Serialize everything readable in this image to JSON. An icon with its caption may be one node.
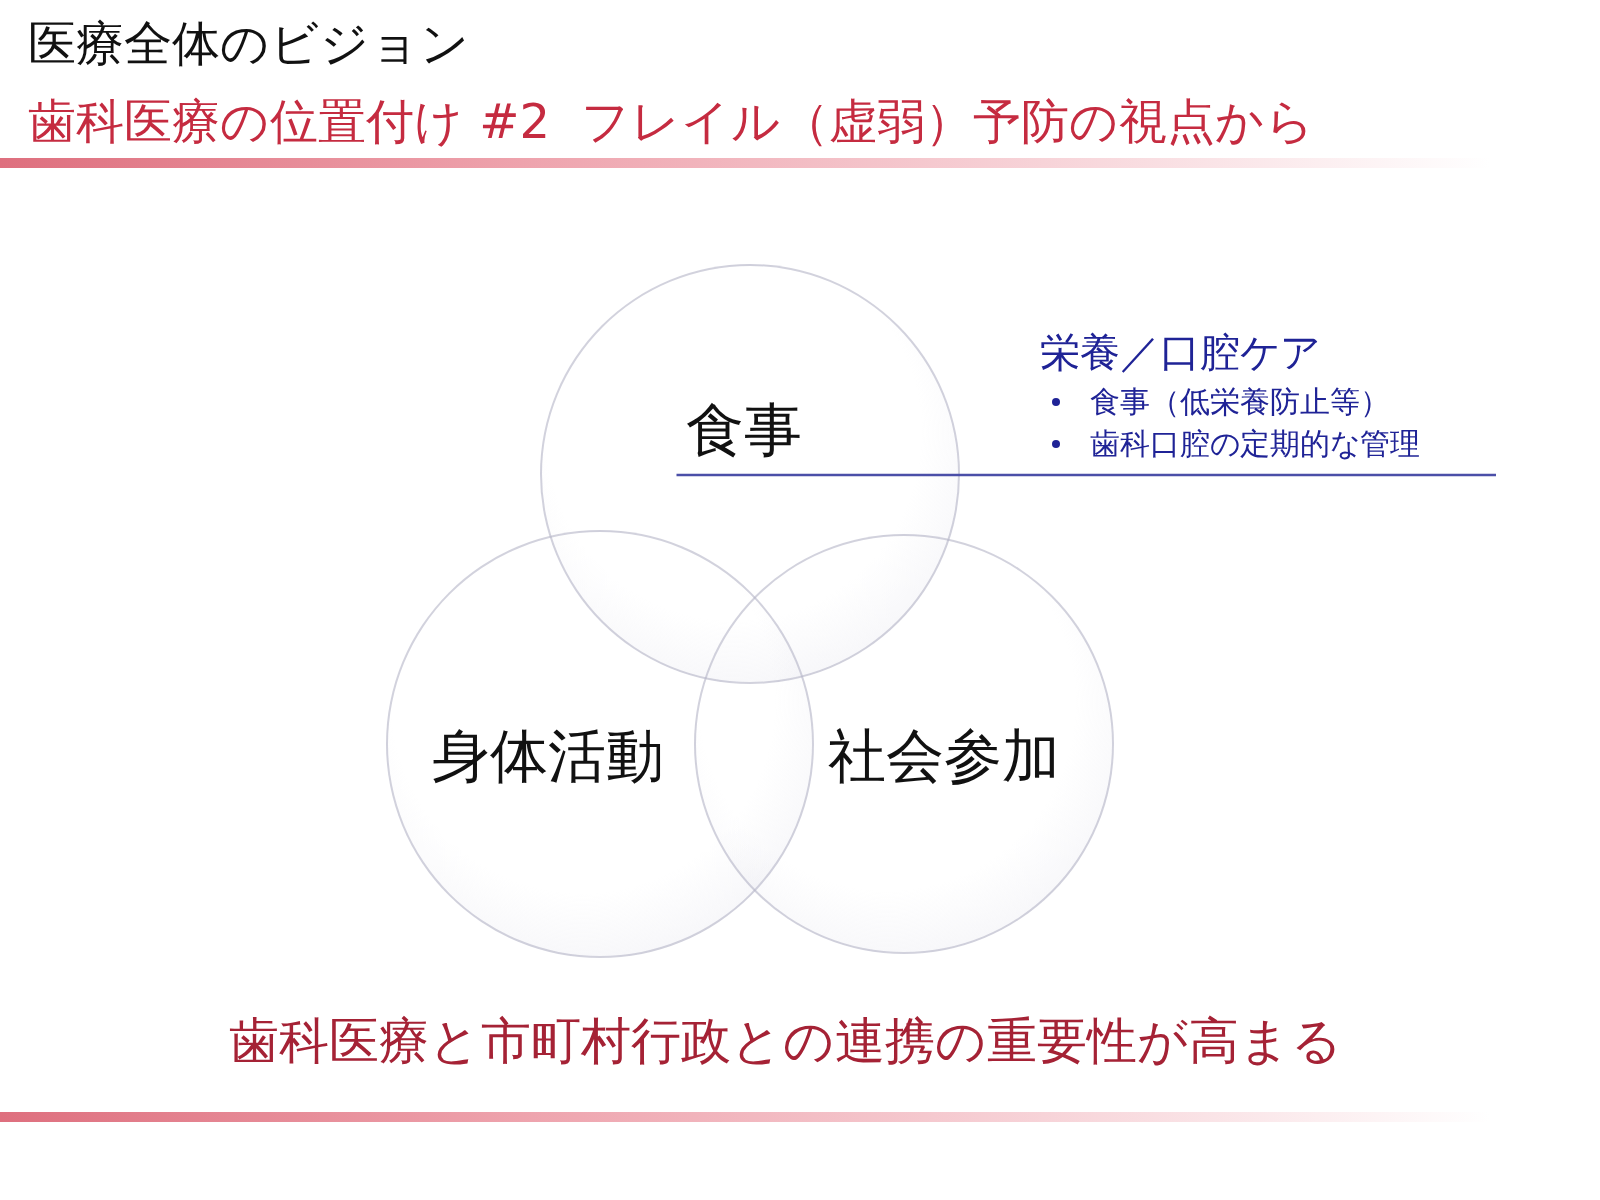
{
  "diagram": {
    "title": "医療全体のビジョン",
    "caption": "歯科医療と市町村行政との連携の重要性が高まる",
    "nodes": [
      {
        "text": [
          "食事"
        ]
      },
      {
        "text": [
          "栄養／口腔ケア",
          "食事（低栄養防止等）",
          "歯科口腔の定期的な管理"
        ]
      },
      {
        "text": [
          "身体活動"
        ]
      },
      {
        "text": [
          "社会参加"
        ]
      }
    ],
    "edges": [
      {
        "from": 1,
        "to": 0,
        "arrow": "none"
      }
    ],
    "labels": [
      "歯科医療の位置付け #2  フレイル（虚弱）予防の視点から"
    ]
  }
}
